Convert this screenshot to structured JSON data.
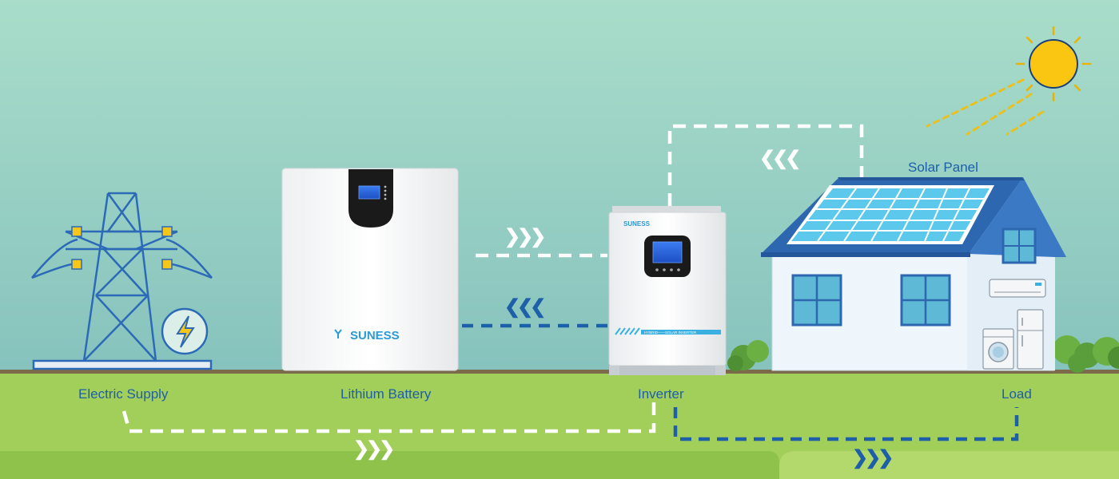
{
  "labels": {
    "electric_supply": "Electric Supply",
    "lithium_battery": "Lithium Battery",
    "inverter": "Inverter",
    "load": "Load",
    "solar_panel": "Solar Panel"
  },
  "battery": {
    "brand": "SUNESS"
  },
  "inverter_unit": {
    "brand": "SUNESS",
    "stripe_text": "HYBRID——SOLAR INVERTER"
  },
  "arrows": {
    "right": "❯❯❯",
    "left": "❮❮❮"
  },
  "colors": {
    "sky_top": "#a7dcc9",
    "sky_bottom": "#89c4bd",
    "grass": "#a4cf5a",
    "ground_line": "#7a6a4a",
    "flow_white": "#ffffff",
    "flow_blue": "#1d5fa8",
    "label": "#1d5fa8",
    "sun": "#fbc612",
    "roof": "#2d67b0",
    "panel": "#58c8ec",
    "icon_blue": "#2b6fbf"
  }
}
